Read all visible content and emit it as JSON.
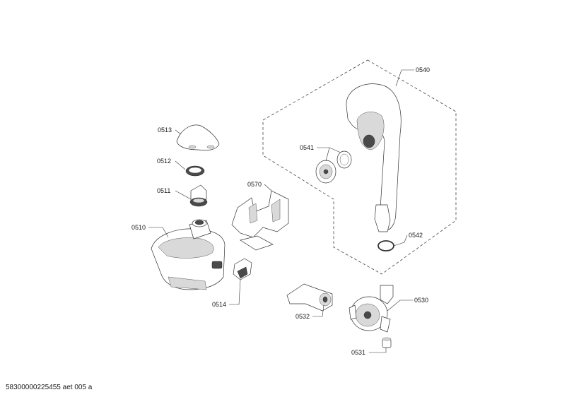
{
  "diagram": {
    "callouts": {
      "c0540": "0540",
      "c0541": "0541",
      "c0542": "0542",
      "c0513": "0513",
      "c0512": "0512",
      "c0511": "0511",
      "c0510": "0510",
      "c0570": "0570",
      "c0514": "0514",
      "c0532": "0532",
      "c0530": "0530",
      "c0531": "0531"
    },
    "footer_code": "58300000225455 aet 005 a"
  }
}
